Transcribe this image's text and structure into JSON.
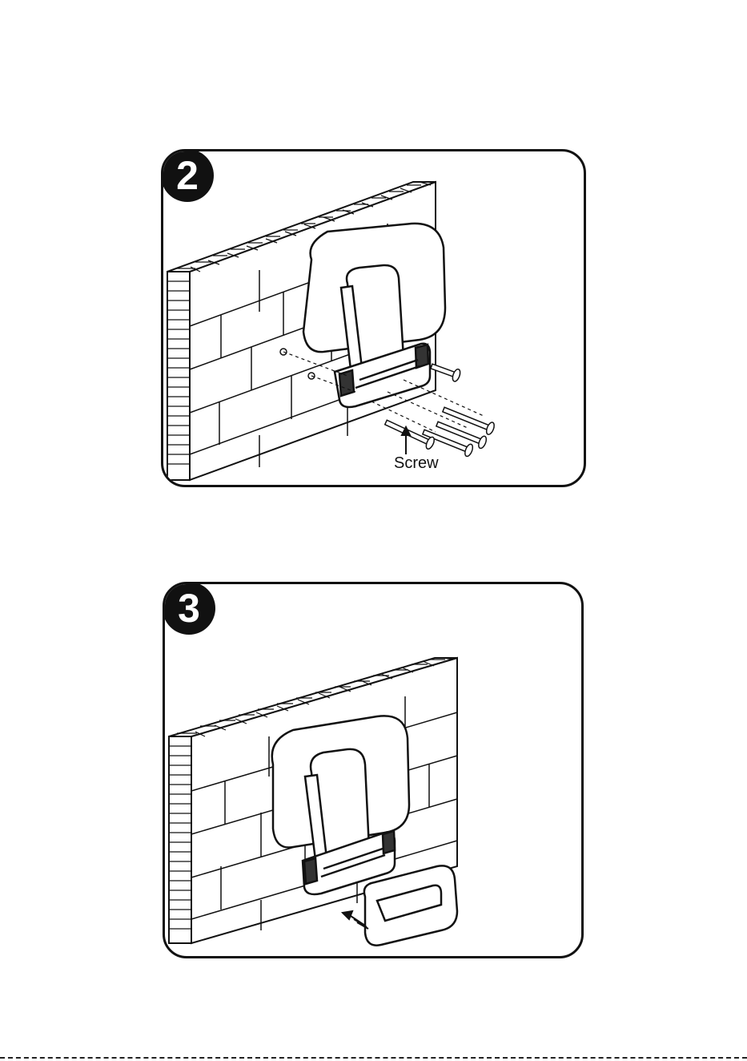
{
  "steps": [
    {
      "number": "2",
      "label": "Screw"
    },
    {
      "number": "3"
    }
  ],
  "colors": {
    "line": "#111111",
    "seat": "#ffffff",
    "background": "#ffffff"
  },
  "icons": [
    "brick-wall",
    "folding-seat",
    "screw-icon",
    "arrow-icon"
  ]
}
